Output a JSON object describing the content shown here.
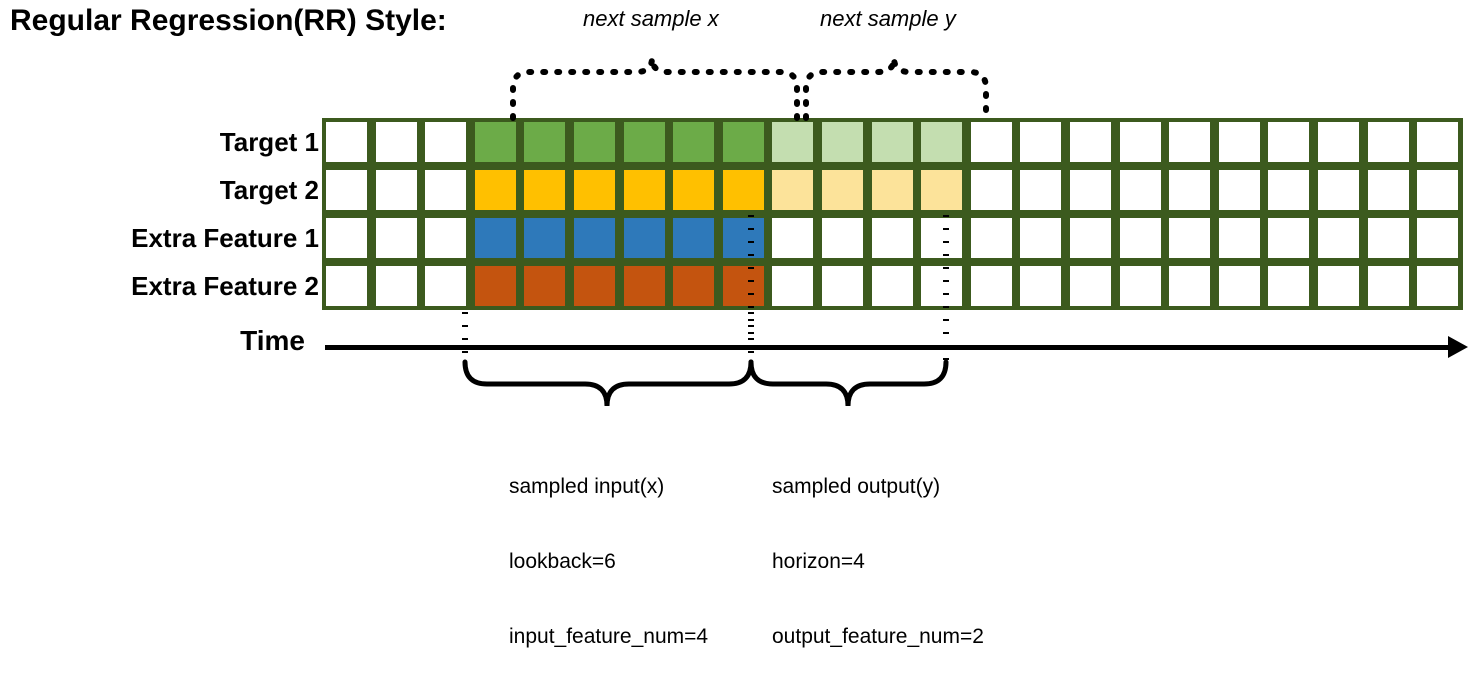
{
  "title": "Regular Regression(RR) Style:",
  "rows": [
    {
      "label": "Target 1",
      "color": "#6cab48",
      "faded_color": "#c4deb0",
      "has_output": true
    },
    {
      "label": "Target 2",
      "color": "#ffc000",
      "faded_color": "#fce39a",
      "has_output": true
    },
    {
      "label": "Extra Feature 1",
      "color": "#2e79ba",
      "faded_color": "#ffffff",
      "has_output": false
    },
    {
      "label": "Extra Feature 2",
      "color": "#c4540f",
      "faded_color": "#ffffff",
      "has_output": false
    }
  ],
  "grid": {
    "total_columns": 23,
    "leading_blank_columns": 3,
    "input_columns": 6,
    "output_columns": 4,
    "trailing_blank_columns": 10,
    "border_color": "#3c5a1e",
    "empty_cell_color": "#ffffff"
  },
  "axis": {
    "time_label": "Time"
  },
  "top_braces": [
    {
      "label": "next sample x"
    },
    {
      "label": "next sample y"
    }
  ],
  "bottom_braces": [
    {
      "title": "sampled input(x)",
      "line2": "lookback=6",
      "line3": "input_feature_num=4"
    },
    {
      "title": "sampled output(y)",
      "line2": "horizon=4",
      "line3": "output_feature_num=2"
    }
  ]
}
